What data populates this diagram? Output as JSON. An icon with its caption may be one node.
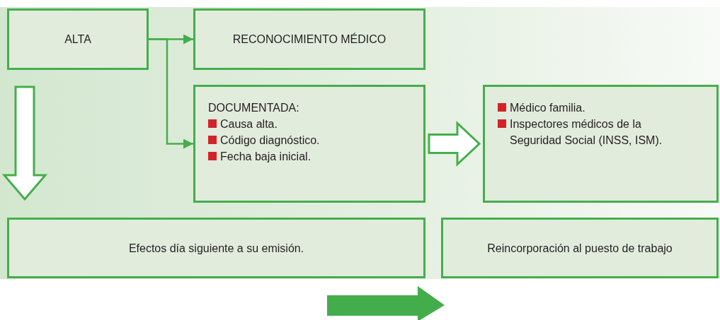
{
  "diagram": {
    "nodes": [
      {
        "text": [
          "ALTA"
        ]
      },
      {
        "text": [
          "RECONOCIMIENTO MÉDICO"
        ]
      },
      {
        "text": [
          "DOCUMENTADA:",
          "Causa alta.",
          "Código diagnóstico.",
          "Fecha baja inicial."
        ]
      },
      {
        "text": [
          "Médico familia.",
          "Inspectores médicos de la Seguridad Social (INSS, ISM)."
        ]
      },
      {
        "text": [
          "Efectos día siguiente a su emisión."
        ]
      },
      {
        "text": [
          "Reincorporación al puesto de trabajo"
        ]
      }
    ],
    "edges": [
      {
        "from": 0,
        "to": 1,
        "arrow": "to"
      },
      {
        "from": 0,
        "to": 2,
        "arrow": "to"
      },
      {
        "from": 2,
        "to": 3,
        "arrow": "to",
        "style": "thick"
      },
      {
        "from": 0,
        "to": 4,
        "arrow": "to",
        "style": "thick"
      }
    ]
  }
}
